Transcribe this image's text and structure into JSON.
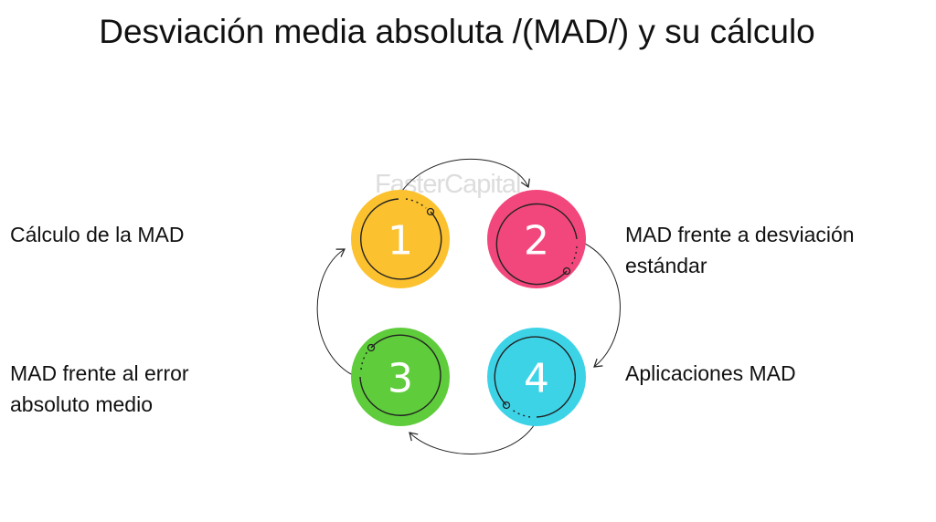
{
  "title": "Desviación media absoluta /(MAD/) y su cálculo",
  "watermark": "FasterCapital",
  "steps": [
    {
      "number": "1",
      "label": "Cálculo de la MAD",
      "color": "#FBC12F"
    },
    {
      "number": "2",
      "label_line1": "MAD frente a desviación",
      "label_line2": "estándar",
      "color": "#F2477C"
    },
    {
      "number": "3",
      "label_line1": "MAD frente al error",
      "label_line2": "absoluto medio",
      "color": "#5ECC3B"
    },
    {
      "number": "4",
      "label": "Aplicaciones MAD",
      "color": "#3DD3E7"
    }
  ]
}
